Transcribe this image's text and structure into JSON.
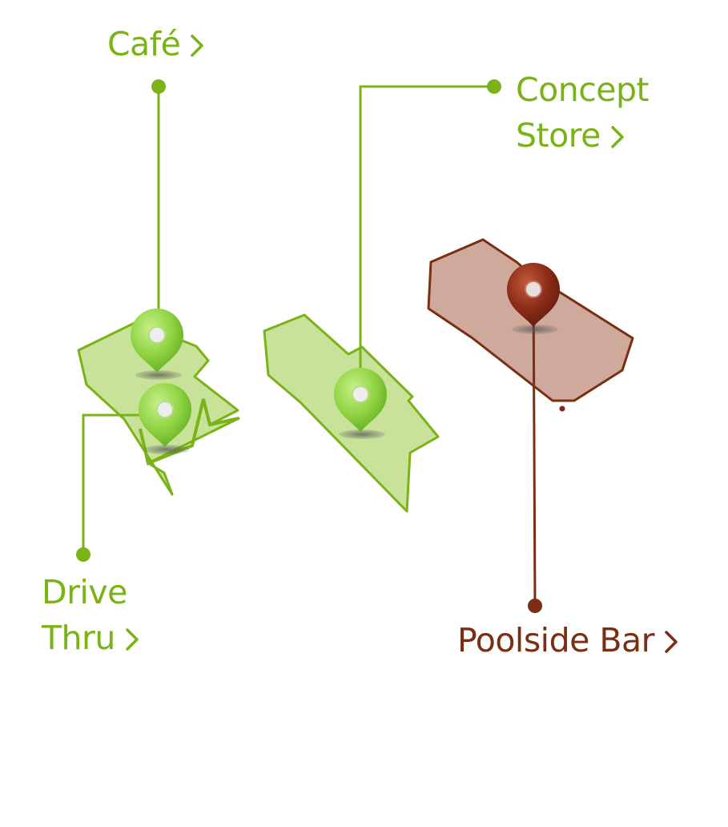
{
  "colors": {
    "green": "#7ab317",
    "green_fill": "#c9e29a",
    "green_pin": "#8fd342",
    "brown": "#7a2e12",
    "brown_fill": "#cfaa9c",
    "brown_pin": "#8a2b17"
  },
  "locations": [
    {
      "id": "cafe",
      "label_lines": [
        "Café"
      ],
      "status": "active",
      "icon": "map-pin-icon"
    },
    {
      "id": "drive-thru",
      "label_lines": [
        "Drive",
        "Thru"
      ],
      "status": "active",
      "icon": "map-pin-icon"
    },
    {
      "id": "concept-store",
      "label_lines": [
        "Concept",
        "Store"
      ],
      "status": "active",
      "icon": "map-pin-icon"
    },
    {
      "id": "poolside-bar",
      "label_lines": [
        "Poolside Bar"
      ],
      "status": "inactive",
      "icon": "map-pin-icon"
    }
  ],
  "chevron_icon": "chevron-right-icon"
}
